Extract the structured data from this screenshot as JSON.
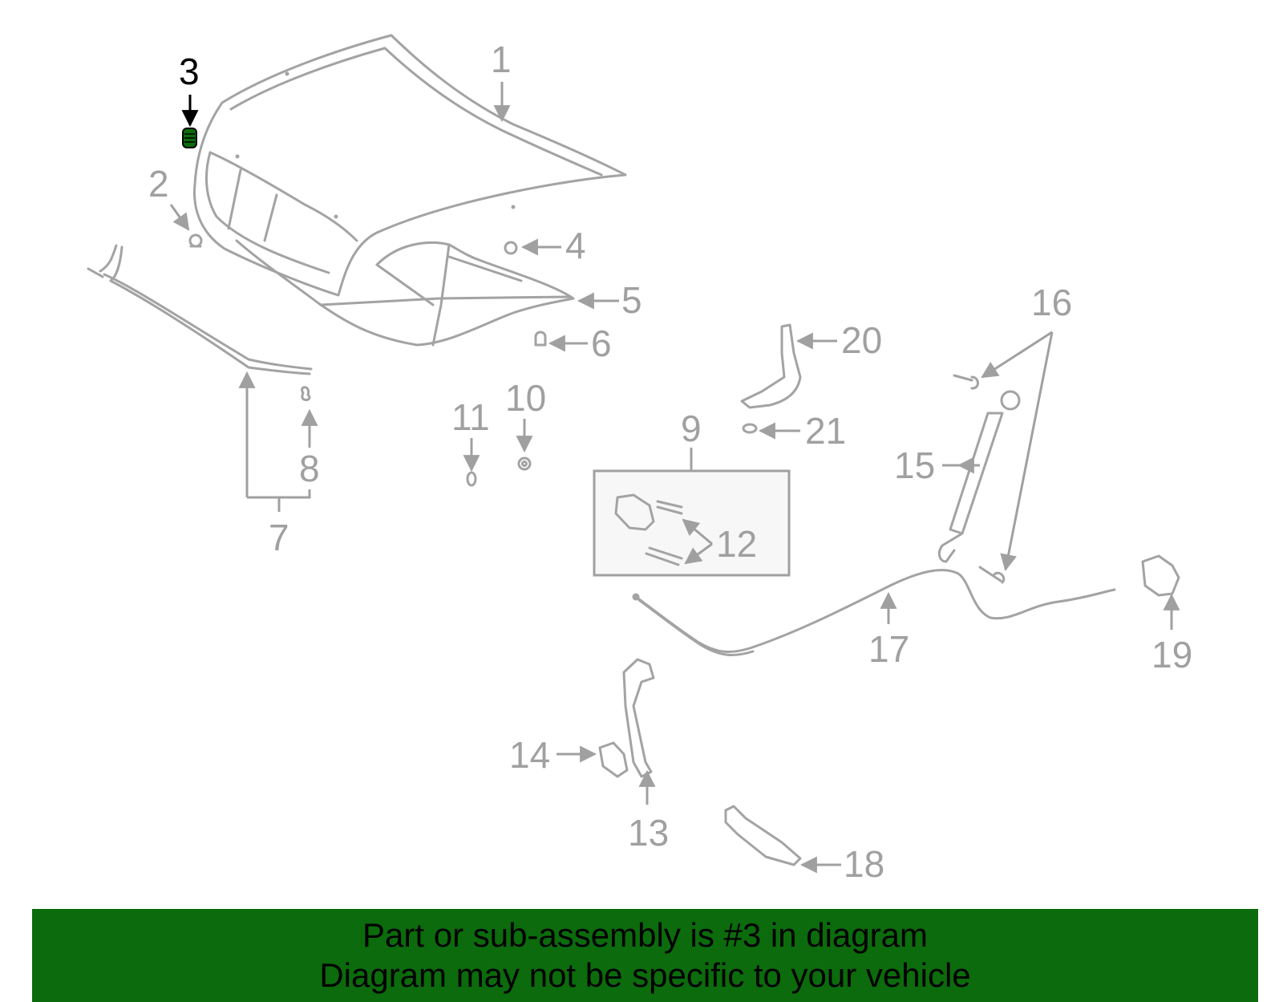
{
  "diagram": {
    "callouts": [
      "1",
      "2",
      "3",
      "4",
      "5",
      "6",
      "7",
      "8",
      "9",
      "10",
      "11",
      "12",
      "13",
      "14",
      "15",
      "16",
      "17",
      "18",
      "19",
      "20",
      "21"
    ],
    "highlighted_callout": "3",
    "colors": {
      "callout": "#a0a0a0",
      "highlighted_callout": "#000000",
      "highlighted_part": "#0c6b0c",
      "line_art": "#a3a3a3",
      "banner": "#0c6b0c"
    }
  },
  "banner": {
    "line1": "Part or sub-assembly is #3 in diagram",
    "line2": "Diagram may not be specific to your vehicle"
  }
}
